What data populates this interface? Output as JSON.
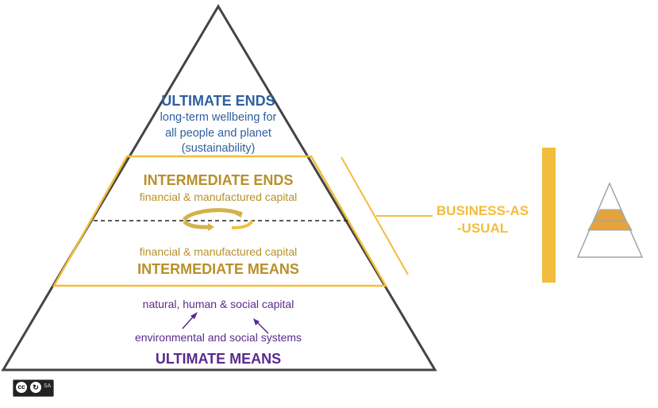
{
  "pyramid": {
    "ultimate_ends": {
      "title": "ULTIMATE ENDS",
      "line1": "long-term wellbeing for",
      "line2": "all people and planet",
      "line3": "(sustainability)"
    },
    "intermediate_ends": {
      "title": "INTERMEDIATE ENDS",
      "subtitle": "financial & manufactured capital"
    },
    "intermediate_means": {
      "subtitle": "financial & manufactured capital",
      "title": "INTERMEDIATE MEANS"
    },
    "ultimate_means": {
      "line1": "natural, human & social capital",
      "line2": "environmental and social systems",
      "title": "ULTIMATE MEANS"
    }
  },
  "business_as_usual": {
    "line1": "BUSINESS-AS",
    "line2": "-USUAL"
  },
  "license_badge": {
    "cc": "cc",
    "sa": "SA"
  },
  "colors": {
    "blue": "#2e5f9e",
    "gold": "#b8902a",
    "yellow_accent": "#f2bd3c",
    "purple": "#5a2a8c",
    "outline": "#444444",
    "mini_band": "#e6a33c"
  }
}
